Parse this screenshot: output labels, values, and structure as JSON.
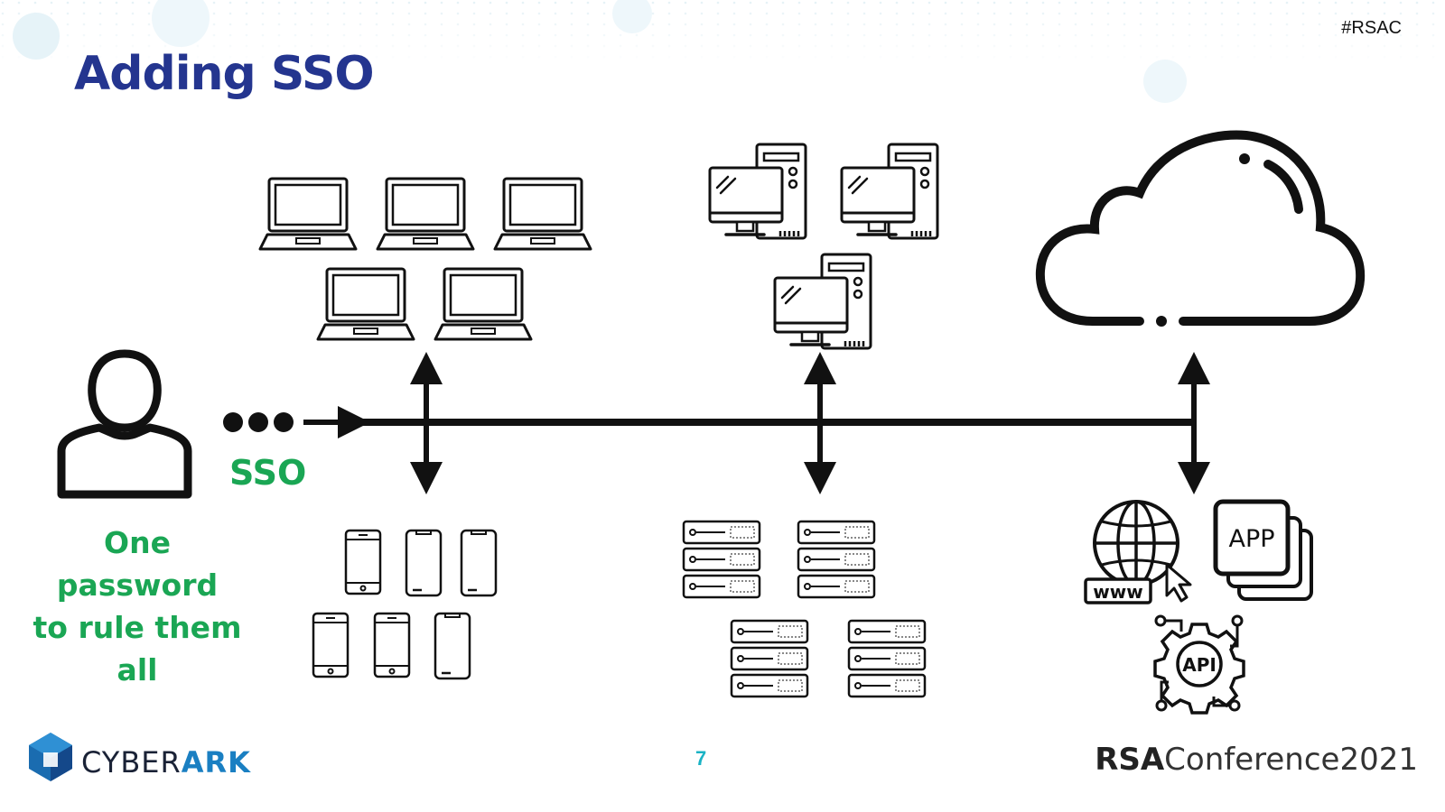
{
  "slide": {
    "title": "Adding SSO",
    "hashtag": "#RSAC",
    "sso_label": "SSO",
    "tagline_line1": "One password",
    "tagline_line2": "to rule them all",
    "page_number": "7"
  },
  "footer": {
    "logo_prefix": "CYBER",
    "logo_suffix": "ARK",
    "conference_prefix": "RSA",
    "conference_suffix": "Conference2021"
  },
  "icons": {
    "user": "user-icon",
    "laptop": "laptop-icon",
    "desktop": "desktop-computer-icon",
    "cloud": "cloud-icon",
    "phone": "smartphone-icon",
    "server": "server-rack-icon",
    "web": "www-globe-icon",
    "app": "app-stack-icon",
    "api": "api-gear-icon"
  },
  "app_label": "APP",
  "www_label": "www",
  "api_label": "API",
  "colors": {
    "title": "#24358f",
    "accent_green": "#1aa654",
    "page_number": "#1ab3c5",
    "logo_blue": "#1a7fc2"
  }
}
